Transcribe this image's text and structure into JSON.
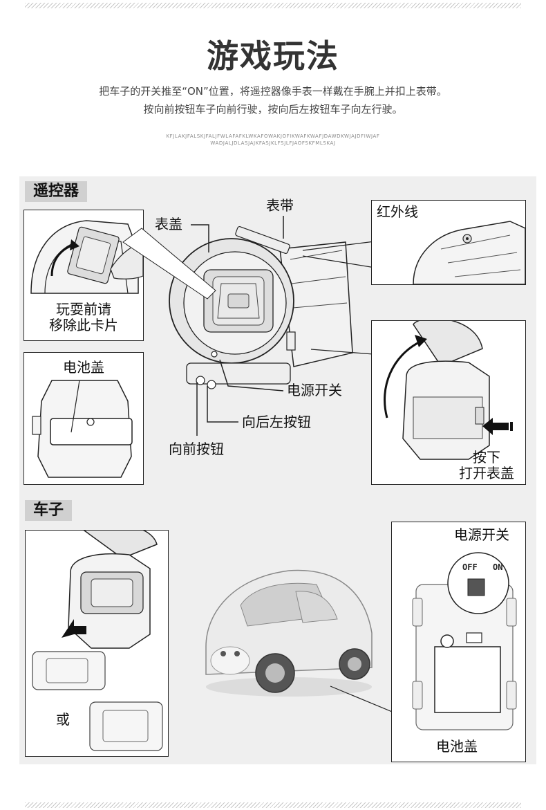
{
  "page": {
    "title": "游戏玩法",
    "description_line1": "把车子的开关推至“ON”位置，将遥控器像手表一样戴在手腕上并扣上表带。",
    "description_line2": "按向前按钮车子向前行驶，按向后左按钮车子向左行驶。",
    "small_text_line1": "KFJLAKJFALSKJFALJFWLAFAFKLWKAFOWAKJOFIKWAFKWAFJDAWDKWJAJDFIWJAF",
    "small_text_line2": "WADJALJDLASJAJKFASJKLFSJLFJAOFSKFMLSKAJ"
  },
  "remote_section": {
    "tab_label": "遥控器",
    "remove_card_line1": "玩耍前请",
    "remove_card_line2": "移除此卡片",
    "battery_cover": "电池盖",
    "watch_cover": "表盖",
    "strap": "表带",
    "infrared": "红外线",
    "power_switch": "电源开关",
    "back_left_button": "向后左按钮",
    "forward_button": "向前按钮",
    "press_down_line1": "按下",
    "press_down_line2": "打开表盖"
  },
  "car_section": {
    "tab_label": "车子",
    "or_label": "或",
    "power_switch": "电源开关",
    "off_label": "OFF",
    "on_label": "ON",
    "battery_cover": "电池盖"
  },
  "colors": {
    "panel_bg": "#efefef",
    "tab_bg": "#d0d0d0",
    "line": "#222222"
  }
}
